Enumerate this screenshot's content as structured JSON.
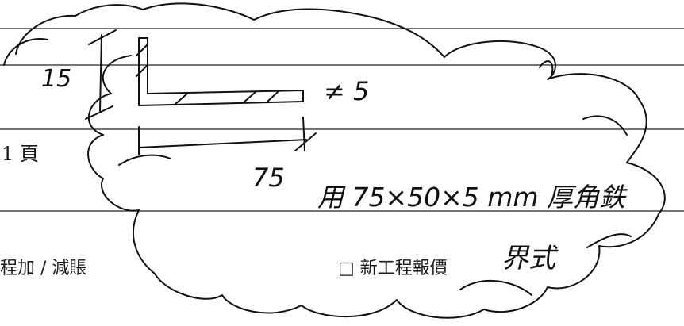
{
  "document": {
    "page_label": "1 頁",
    "checkbox_left_label": "程加 / 減賬",
    "checkbox_right_label": "□ 新工程報價"
  },
  "sketch": {
    "height_dim": "15",
    "width_dim": "75",
    "thickness_note": "≠ 5",
    "spec_note": "用 75×50×5 mm 厚角鉄",
    "spec_note_2": "界式"
  },
  "colors": {
    "ink": "#111111",
    "rule": "#222222",
    "paper": "#ffffff"
  }
}
